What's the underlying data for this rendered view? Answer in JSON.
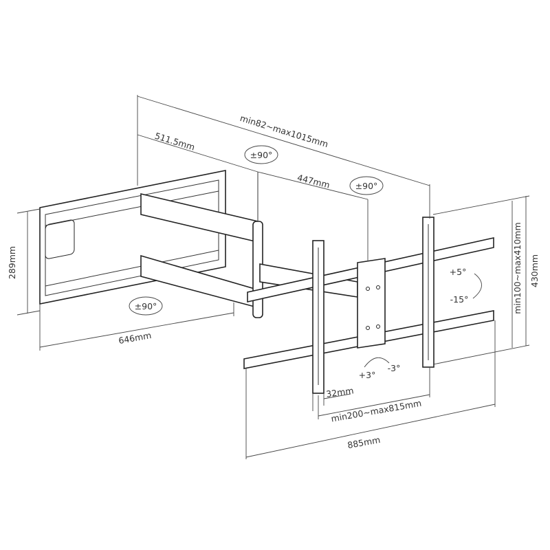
{
  "title": "Full-motion TV wall mount dimension diagram",
  "dimensions": {
    "extension_range": "min82~max1015mm",
    "arm_first": "511.5mm",
    "arm_second": "447mm",
    "wall_plate_height": "289mm",
    "wall_plate_width": "646mm",
    "bracket_spacing_thickness": "32mm",
    "horizontal_vesa": "min200~max815mm",
    "rail_width": "885mm",
    "vertical_vesa": "min100~max410mm",
    "bracket_height": "430mm"
  },
  "angles": {
    "swivel_top": "±90°",
    "swivel_mid": "±90°",
    "swivel_wall": "±90°",
    "tilt_up": "+5°",
    "tilt_down": "-15°",
    "rotate_plus": "+3°",
    "rotate_minus": "-3°"
  }
}
